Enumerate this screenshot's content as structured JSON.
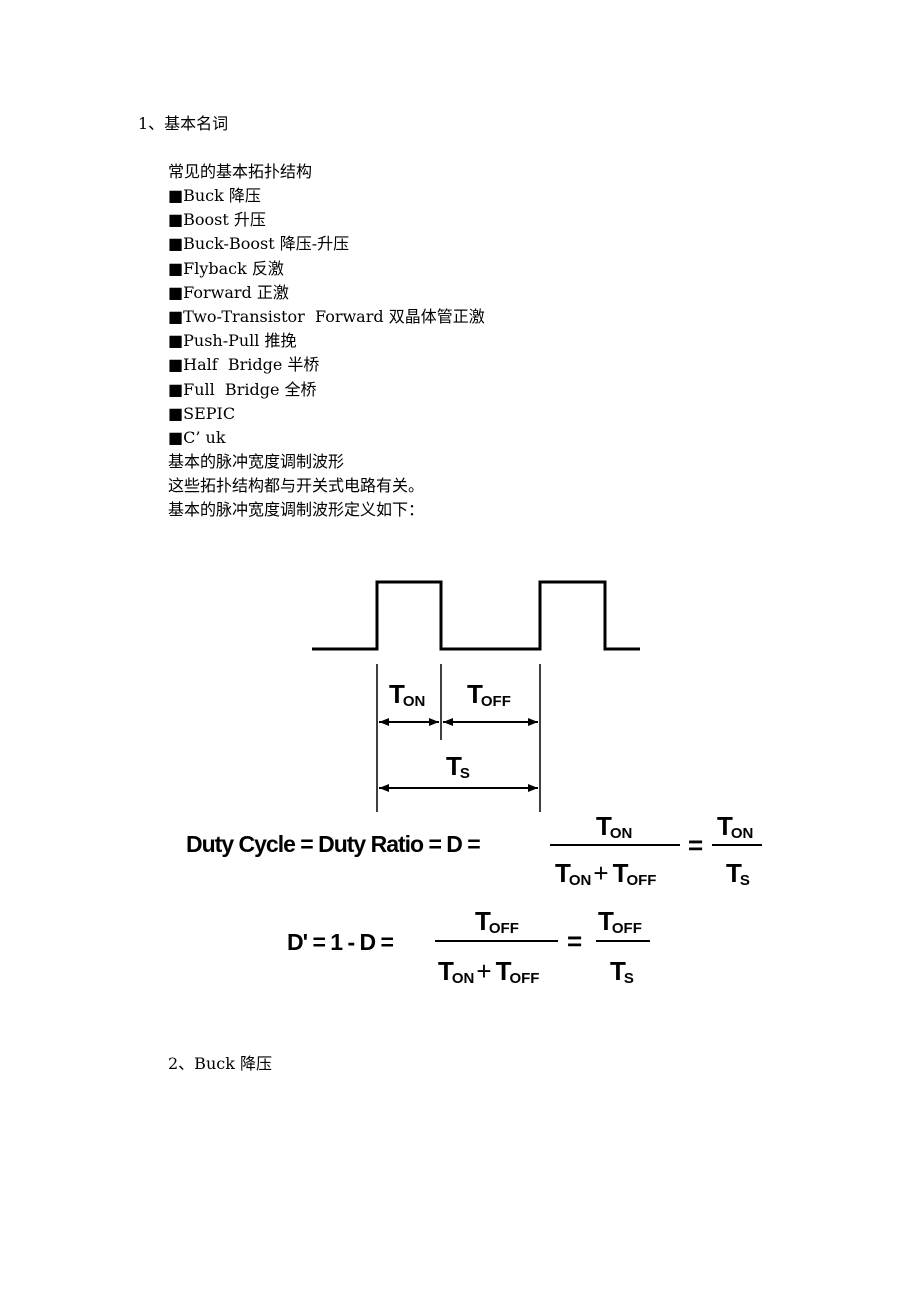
{
  "heading1": "1、基本名词",
  "topology_intro": "常见的基本拓扑结构",
  "topologies": [
    "■Buck 降压",
    "■Boost 升压",
    "■Buck-Boost 降压-升压",
    "■Flyback 反激",
    "■Forward 正激",
    "■Two-Transistor  Forward 双晶体管正激",
    "■Push-Pull 推挽",
    "■Half  Bridge 半桥",
    "■Full  Bridge 全桥",
    "■SEPIC",
    "■C’ uk"
  ],
  "pwm_title": "基本的脉冲宽度调制波形",
  "pwm_note": "这些拓扑结构都与开关式电路有关。",
  "pwm_def": "基本的脉冲宽度调制波形定义如下：",
  "figure": {
    "T": "T",
    "on": "ON",
    "off": "OFF",
    "s": "S",
    "plus": "+",
    "eq": "=",
    "duty_lhs": "Duty Cycle = Duty Ratio = D =",
    "dprime_lhs": "D' = 1 - D ="
  },
  "heading2": "2、Buck 降压"
}
